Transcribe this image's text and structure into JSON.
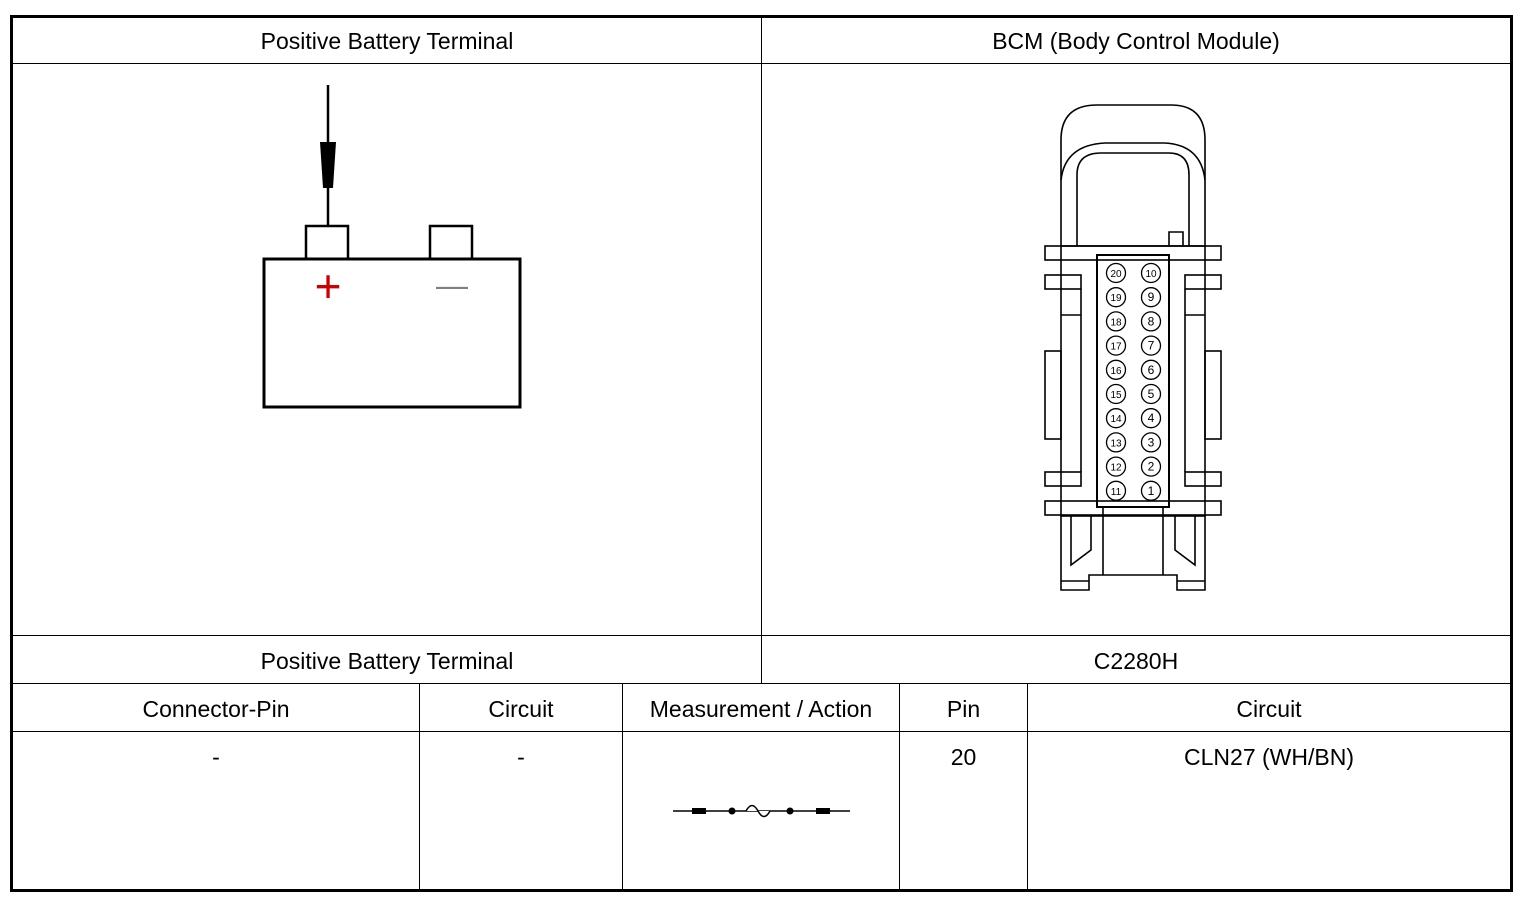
{
  "top": {
    "left_header": "Positive Battery Terminal",
    "right_header": "BCM (Body Control Module)",
    "left_caption": "Positive Battery Terminal",
    "right_caption": "C2280H"
  },
  "battery": {
    "plus_symbol": "+",
    "minus_symbol": "—",
    "plus_color": "#cc0000",
    "minus_color": "#808080"
  },
  "connector": {
    "left_pins": [
      "20",
      "19",
      "18",
      "17",
      "16",
      "15",
      "14",
      "13",
      "12",
      "11"
    ],
    "right_pins": [
      "10",
      "9",
      "8",
      "7",
      "6",
      "5",
      "4",
      "3",
      "2",
      "1"
    ]
  },
  "table": {
    "headers": [
      "Connector-Pin",
      "Circuit",
      "Measurement / Action",
      "Pin",
      "Circuit"
    ],
    "row": {
      "connector_pin": "-",
      "circuit": "-",
      "pin": "20",
      "circuit2": "CLN27 (WH/BN)"
    }
  }
}
